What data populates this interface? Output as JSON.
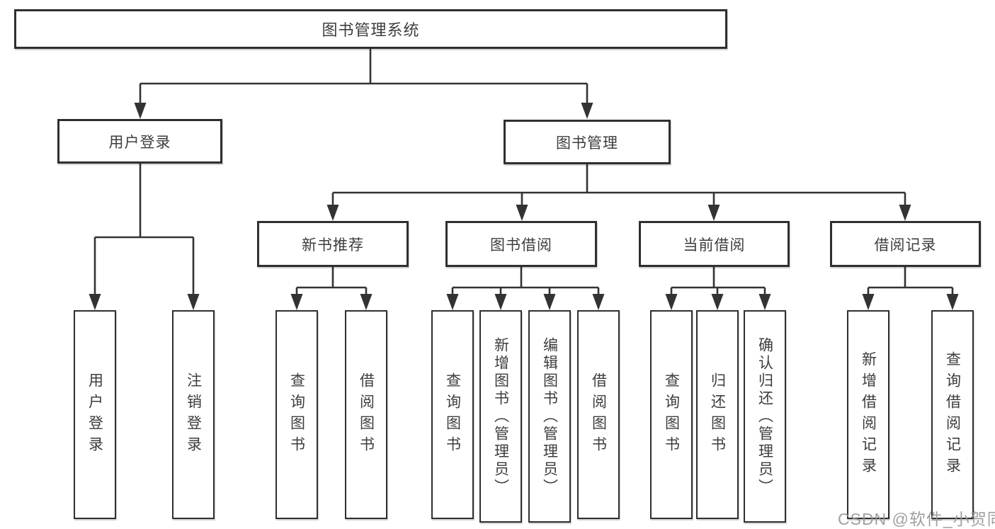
{
  "tree": {
    "root": {
      "label": "图书管理系统",
      "children": [
        {
          "label": "用户登录",
          "children": [
            {
              "label": "用户登录"
            },
            {
              "label": "注销登录"
            }
          ]
        },
        {
          "label": "图书管理",
          "children": [
            {
              "label": "新书推荐",
              "children": [
                {
                  "label": "查询图书"
                },
                {
                  "label": "借阅图书"
                }
              ]
            },
            {
              "label": "图书借阅",
              "children": [
                {
                  "label": "查询图书"
                },
                {
                  "label": "新增图书（管理员）"
                },
                {
                  "label": "编辑图书（管理员）"
                },
                {
                  "label": "借阅图书"
                }
              ]
            },
            {
              "label": "当前借阅",
              "children": [
                {
                  "label": "查询图书"
                },
                {
                  "label": "归还图书"
                },
                {
                  "label": "确认归还（管理员）"
                }
              ]
            },
            {
              "label": "借阅记录",
              "children": [
                {
                  "label": "新增借阅记录"
                },
                {
                  "label": "查询借阅记录"
                }
              ]
            }
          ]
        }
      ]
    }
  },
  "watermark": "CSDN @软件_小贺同学",
  "colors": {
    "line": "#333333",
    "border": "#2f2f2f",
    "text": "#3d3d3d",
    "watermark": "#989898",
    "background": "#ffffff"
  }
}
